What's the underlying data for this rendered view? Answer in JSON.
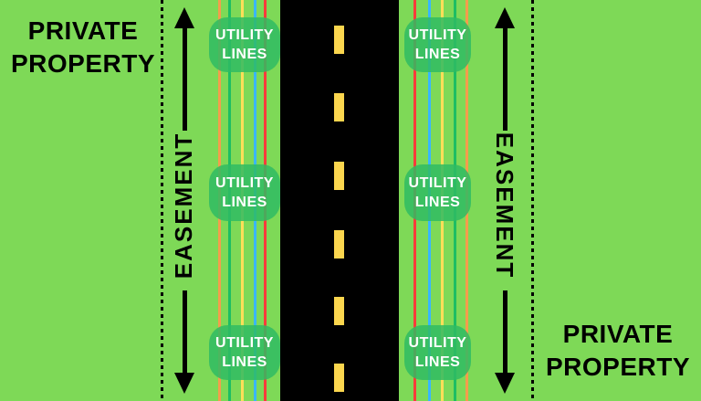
{
  "diagram": {
    "left_private_property": {
      "line1": "PRIVATE",
      "line2": "PROPERTY"
    },
    "right_private_property": {
      "line1": "PRIVATE",
      "line2": "PROPERTY"
    },
    "left_easement": {
      "label": "EASEMENT"
    },
    "right_easement": {
      "label": "EASEMENT"
    },
    "utility_badge": {
      "line1": "UTILITY",
      "line2": "LINES"
    },
    "road": {
      "lane_dash_count": 6
    },
    "colors": {
      "background": "#7ed957",
      "road": "#000000",
      "dash": "#fbd64e",
      "badge": "#2fbb63d9",
      "badge_text": "#ffffff",
      "text": "#000000",
      "stripe_orange": "#f49d4c",
      "stripe_green": "#1dbd63",
      "stripe_yellow": "#ffde59",
      "stripe_blue": "#38b6ff",
      "stripe_red": "#fb3b3b"
    },
    "stripe_order_left_outer_to_road": [
      "orange",
      "green",
      "yellow",
      "blue",
      "red"
    ],
    "stripe_order_right_road_to_outer": [
      "red",
      "blue",
      "yellow",
      "green",
      "orange"
    ]
  }
}
